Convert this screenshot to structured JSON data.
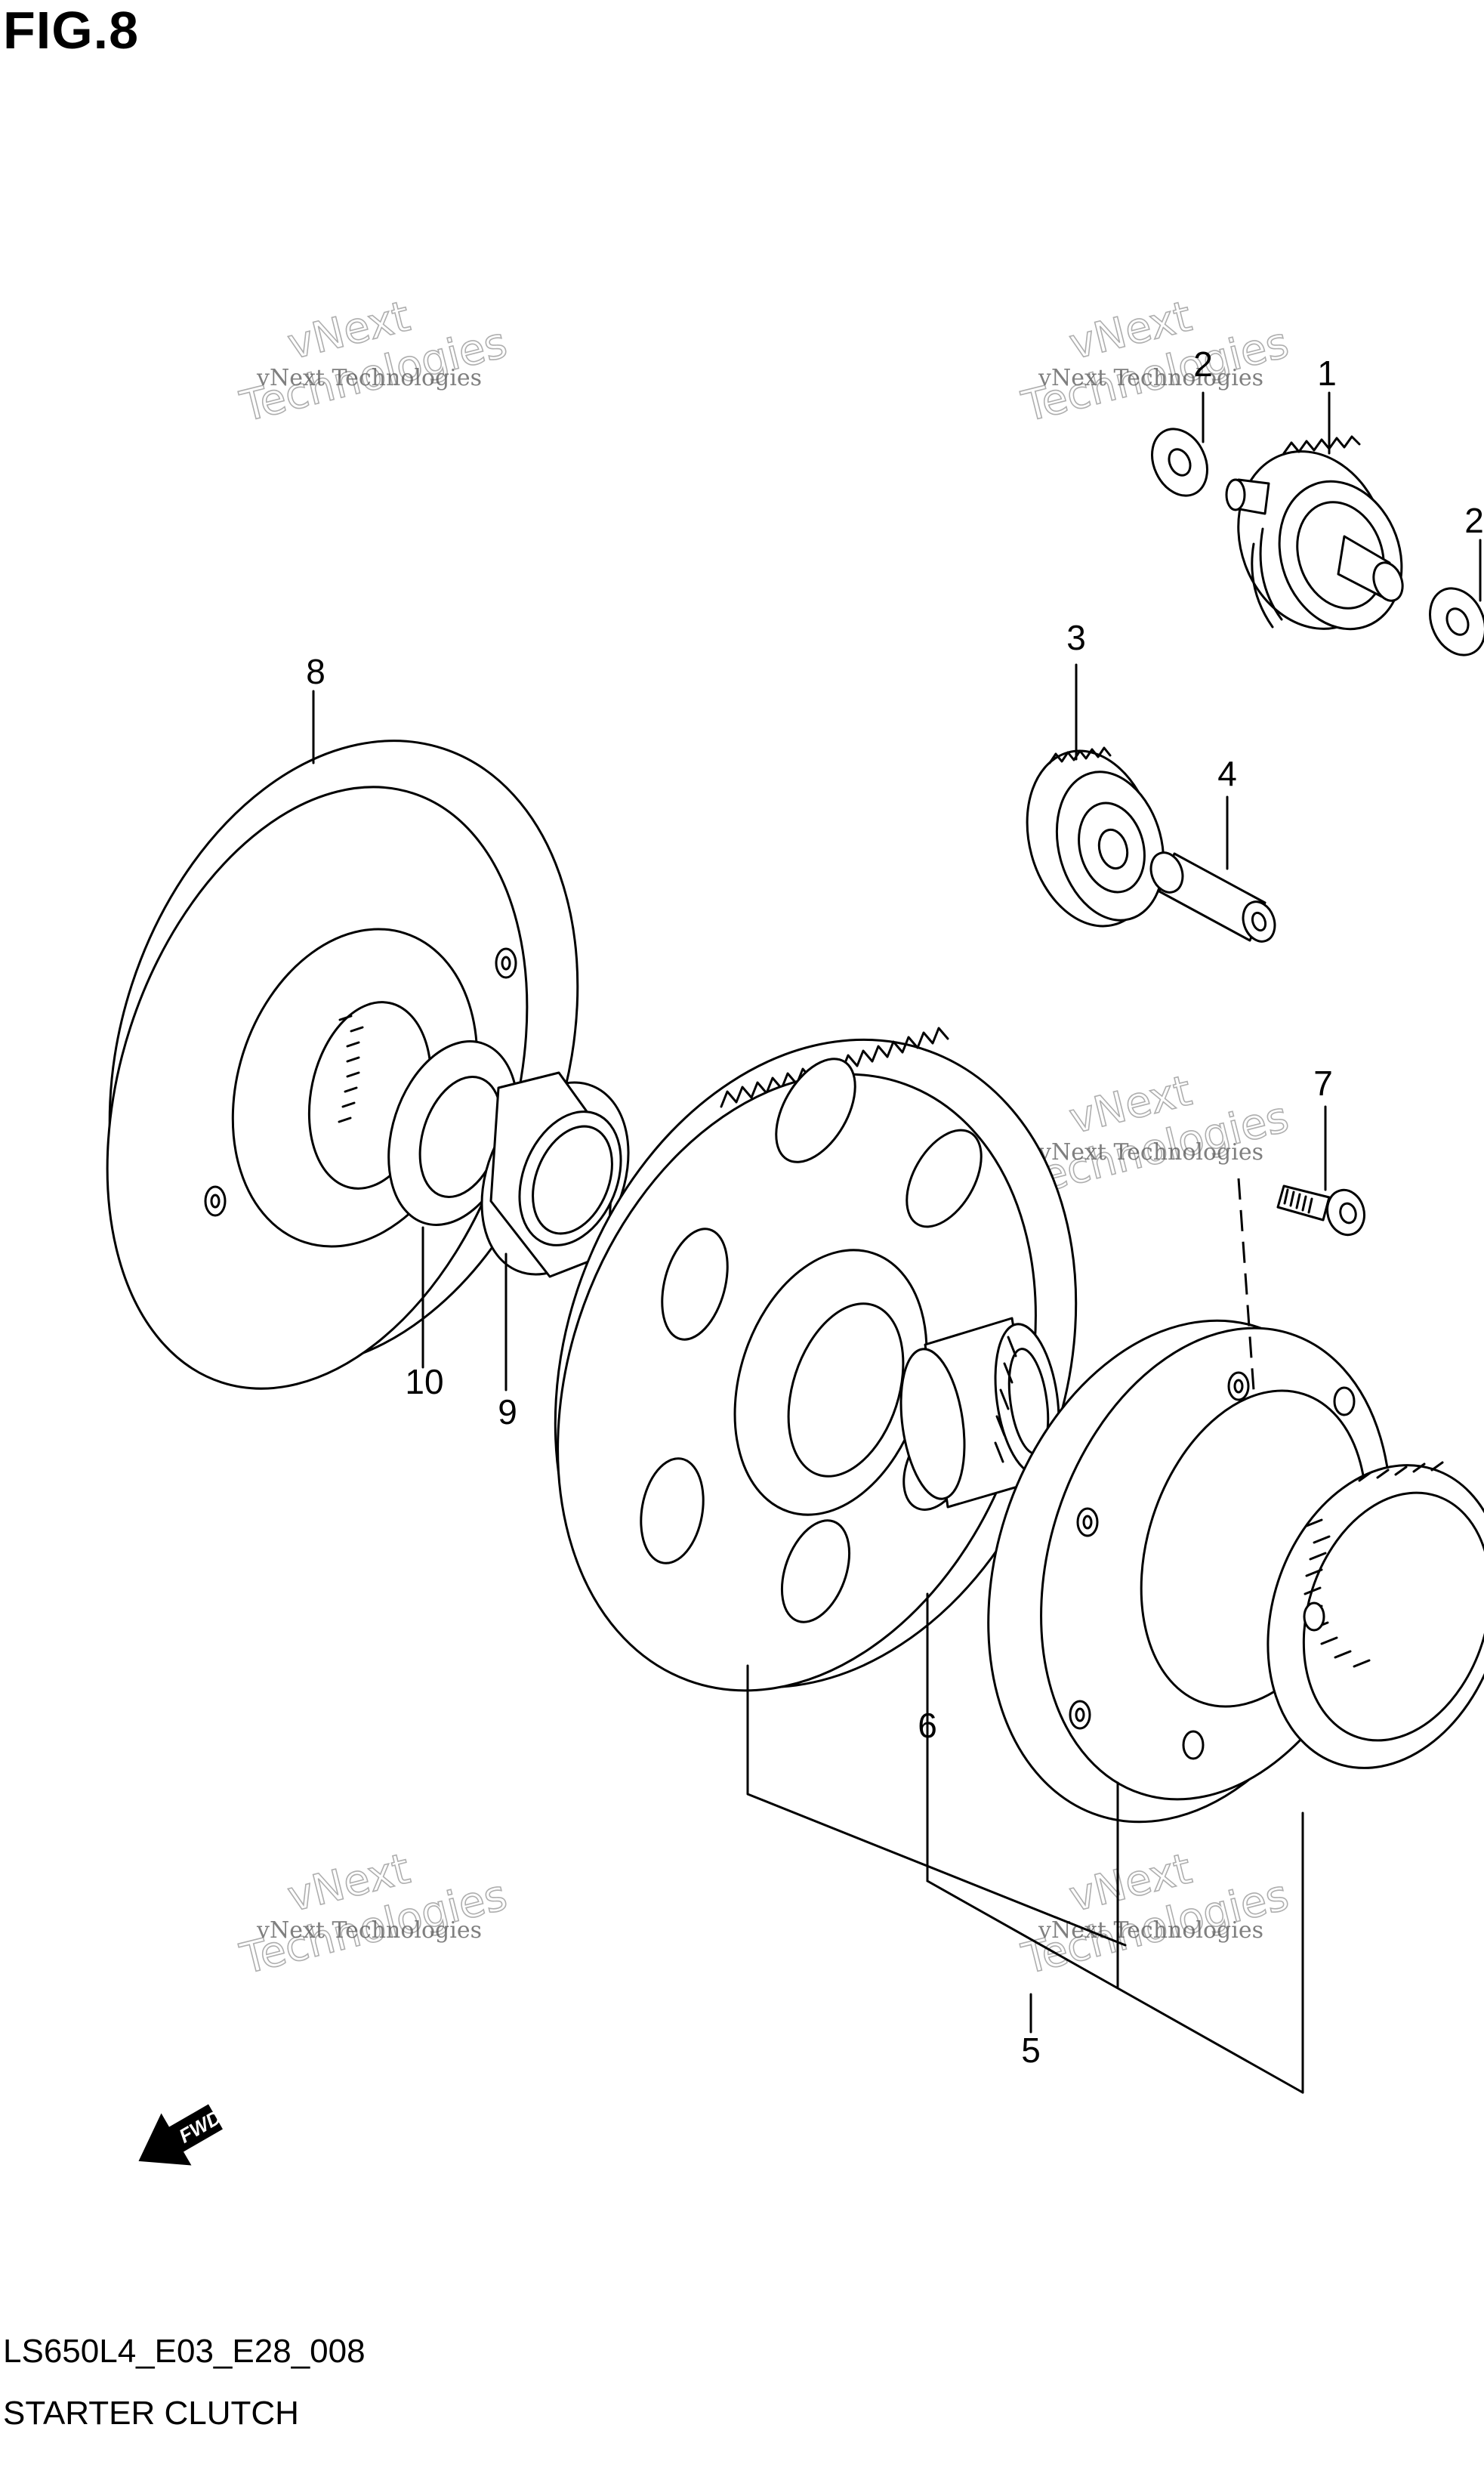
{
  "figure": {
    "title": "FIG.8"
  },
  "footer": {
    "code": "LS650L4_E03_E28_008",
    "name": "STARTER CLUTCH"
  },
  "callouts": {
    "c1": "1",
    "c2a": "2",
    "c2b": "2",
    "c3": "3",
    "c4": "4",
    "c5": "5",
    "c6": "6",
    "c7": "7",
    "c8": "8",
    "c9": "9",
    "c10": "10"
  },
  "watermark": {
    "small": "vNext Technologies",
    "big_line1": "vNext",
    "big_line2": "Technologies"
  },
  "direction_badge": "FWD"
}
